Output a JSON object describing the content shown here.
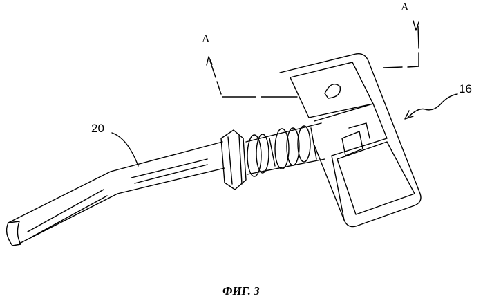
{
  "figure": {
    "caption": "ФИГ. 3",
    "section_labels": [
      "A",
      "A"
    ],
    "reference_numerals": {
      "sensor": "16",
      "tube": "20"
    },
    "line_color": "#000000"
  }
}
